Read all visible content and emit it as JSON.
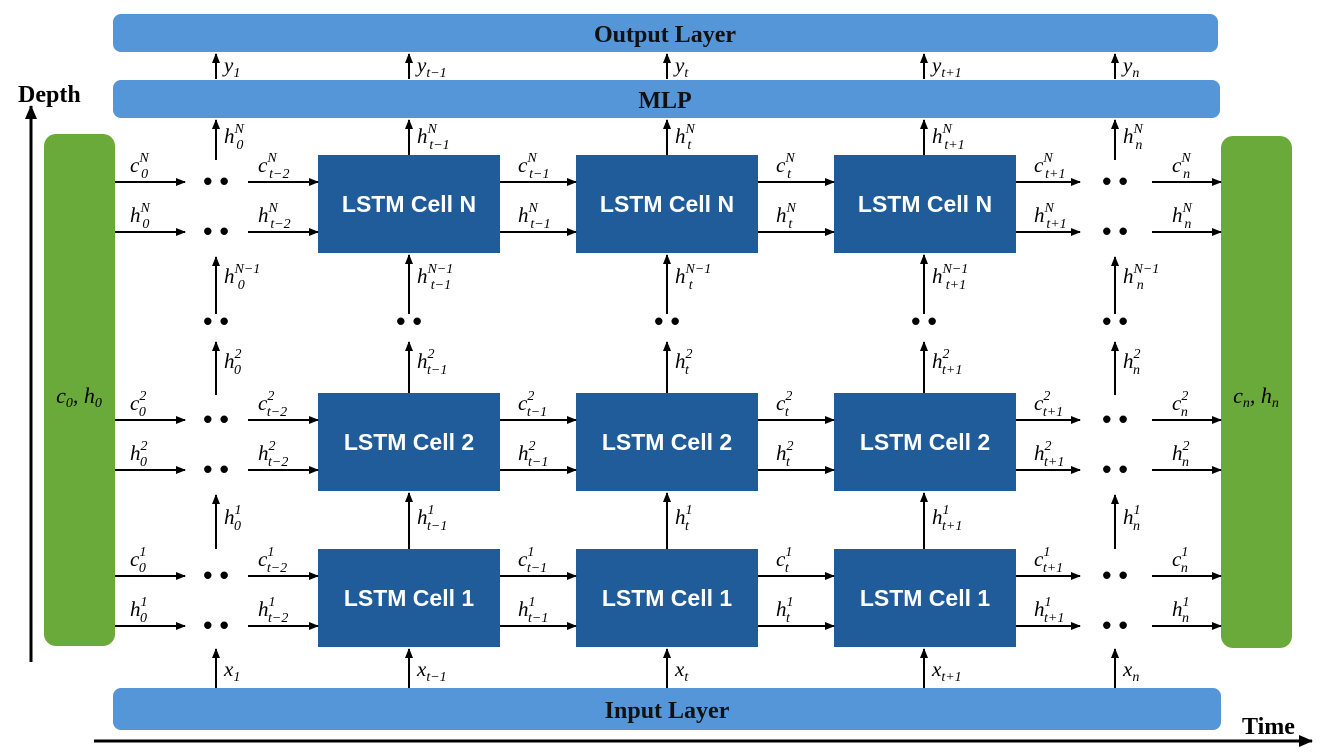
{
  "colors": {
    "bar": "#5596d8",
    "cell": "#1f5c99",
    "side": "#6aaa3a",
    "line": "#000000"
  },
  "bars": {
    "output": "Output Layer",
    "mlp": "MLP",
    "input": "Input Layer"
  },
  "axes": {
    "depth": "Depth",
    "time": "Time"
  },
  "side": {
    "left": {
      "c": "c",
      "cs": "0",
      "h": "h",
      "hs": "0"
    },
    "right": {
      "c": "c",
      "cs": "n",
      "h": "h",
      "hs": "n"
    }
  },
  "cells": {
    "rowN": "LSTM Cell N",
    "row2": "LSTM Cell 2",
    "row1": "LSTM Cell 1"
  },
  "dots": "• •",
  "labels": {
    "y": [
      {
        "b": "y",
        "sub": "1"
      },
      {
        "b": "y",
        "sub": "t−1"
      },
      {
        "b": "y",
        "sub": "t"
      },
      {
        "b": "y",
        "sub": "t+1"
      },
      {
        "b": "y",
        "sub": "n"
      }
    ],
    "x": [
      {
        "b": "x",
        "sub": "1"
      },
      {
        "b": "x",
        "sub": "t−1"
      },
      {
        "b": "x",
        "sub": "t"
      },
      {
        "b": "x",
        "sub": "t+1"
      },
      {
        "b": "x",
        "sub": "n"
      }
    ],
    "hTop": [
      {
        "b": "h",
        "sub": "0",
        "sup": "N"
      },
      {
        "b": "h",
        "sub": "t−1",
        "sup": "N"
      },
      {
        "b": "h",
        "sub": "t",
        "sup": "N"
      },
      {
        "b": "h",
        "sub": "t+1",
        "sup": "N"
      },
      {
        "b": "h",
        "sub": "n",
        "sup": "N"
      }
    ],
    "hNm1": [
      {
        "b": "h",
        "sub": "0",
        "sup": "N−1"
      },
      {
        "b": "h",
        "sub": "t−1",
        "sup": "N−1"
      },
      {
        "b": "h",
        "sub": "t",
        "sup": "N−1"
      },
      {
        "b": "h",
        "sub": "t+1",
        "sup": "N−1"
      },
      {
        "b": "h",
        "sub": "n",
        "sup": "N−1"
      }
    ],
    "h2up": [
      {
        "b": "h",
        "sub": "0",
        "sup": "2"
      },
      {
        "b": "h",
        "sub": "t−1",
        "sup": "2"
      },
      {
        "b": "h",
        "sub": "t",
        "sup": "2"
      },
      {
        "b": "h",
        "sub": "t+1",
        "sup": "2"
      },
      {
        "b": "h",
        "sub": "n",
        "sup": "2"
      }
    ],
    "h1up": [
      {
        "b": "h",
        "sub": "0",
        "sup": "1"
      },
      {
        "b": "h",
        "sub": "t−1",
        "sup": "1"
      },
      {
        "b": "h",
        "sub": "t",
        "sup": "1"
      },
      {
        "b": "h",
        "sub": "t+1",
        "sup": "1"
      },
      {
        "b": "h",
        "sub": "n",
        "sup": "1"
      }
    ],
    "rowN_c": [
      {
        "b": "c",
        "sub": "0",
        "sup": "N"
      },
      {
        "b": "c",
        "sub": "t−2",
        "sup": "N"
      },
      {
        "b": "c",
        "sub": "t−1",
        "sup": "N"
      },
      {
        "b": "c",
        "sub": "t",
        "sup": "N"
      },
      {
        "b": "c",
        "sub": "t+1",
        "sup": "N"
      },
      {
        "b": "c",
        "sub": "n",
        "sup": "N"
      }
    ],
    "rowN_h": [
      {
        "b": "h",
        "sub": "0",
        "sup": "N"
      },
      {
        "b": "h",
        "sub": "t−2",
        "sup": "N"
      },
      {
        "b": "h",
        "sub": "t−1",
        "sup": "N"
      },
      {
        "b": "h",
        "sub": "t",
        "sup": "N"
      },
      {
        "b": "h",
        "sub": "t+1",
        "sup": "N"
      },
      {
        "b": "h",
        "sub": "n",
        "sup": "N"
      }
    ],
    "row2_c": [
      {
        "b": "c",
        "sub": "0",
        "sup": "2"
      },
      {
        "b": "c",
        "sub": "t−2",
        "sup": "2"
      },
      {
        "b": "c",
        "sub": "t−1",
        "sup": "2"
      },
      {
        "b": "c",
        "sub": "t",
        "sup": "2"
      },
      {
        "b": "c",
        "sub": "t+1",
        "sup": "2"
      },
      {
        "b": "c",
        "sub": "n",
        "sup": "2"
      }
    ],
    "row2_h": [
      {
        "b": "h",
        "sub": "0",
        "sup": "2"
      },
      {
        "b": "h",
        "sub": "t−2",
        "sup": "2"
      },
      {
        "b": "h",
        "sub": "t−1",
        "sup": "2"
      },
      {
        "b": "h",
        "sub": "t",
        "sup": "2"
      },
      {
        "b": "h",
        "sub": "t+1",
        "sup": "2"
      },
      {
        "b": "h",
        "sub": "n",
        "sup": "2"
      }
    ],
    "row1_c": [
      {
        "b": "c",
        "sub": "0",
        "sup": "1"
      },
      {
        "b": "c",
        "sub": "t−2",
        "sup": "1"
      },
      {
        "b": "c",
        "sub": "t−1",
        "sup": "1"
      },
      {
        "b": "c",
        "sub": "t",
        "sup": "1"
      },
      {
        "b": "c",
        "sub": "t+1",
        "sup": "1"
      },
      {
        "b": "c",
        "sub": "n",
        "sup": "1"
      }
    ],
    "row1_h": [
      {
        "b": "h",
        "sub": "0",
        "sup": "1"
      },
      {
        "b": "h",
        "sub": "t−2",
        "sup": "1"
      },
      {
        "b": "h",
        "sub": "t−1",
        "sup": "1"
      },
      {
        "b": "h",
        "sub": "t",
        "sup": "1"
      },
      {
        "b": "h",
        "sub": "t+1",
        "sup": "1"
      },
      {
        "b": "h",
        "sub": "n",
        "sup": "1"
      }
    ]
  }
}
